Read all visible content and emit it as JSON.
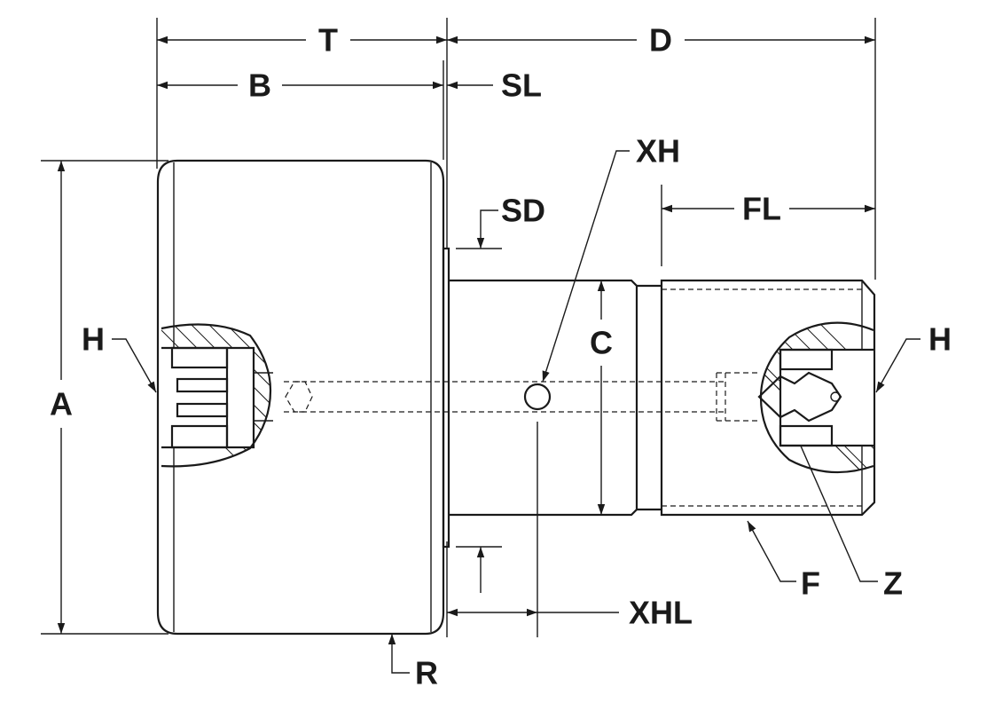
{
  "labels": {
    "T": "T",
    "D": "D",
    "B": "B",
    "SL": "SL",
    "XH": "XH",
    "SD": "SD",
    "FL": "FL",
    "H": "H",
    "A": "A",
    "C": "C",
    "F": "F",
    "Z": "Z",
    "XHL": "XHL",
    "R": "R"
  },
  "colors": {
    "line": "#1a1a1a",
    "background": "#ffffff"
  }
}
